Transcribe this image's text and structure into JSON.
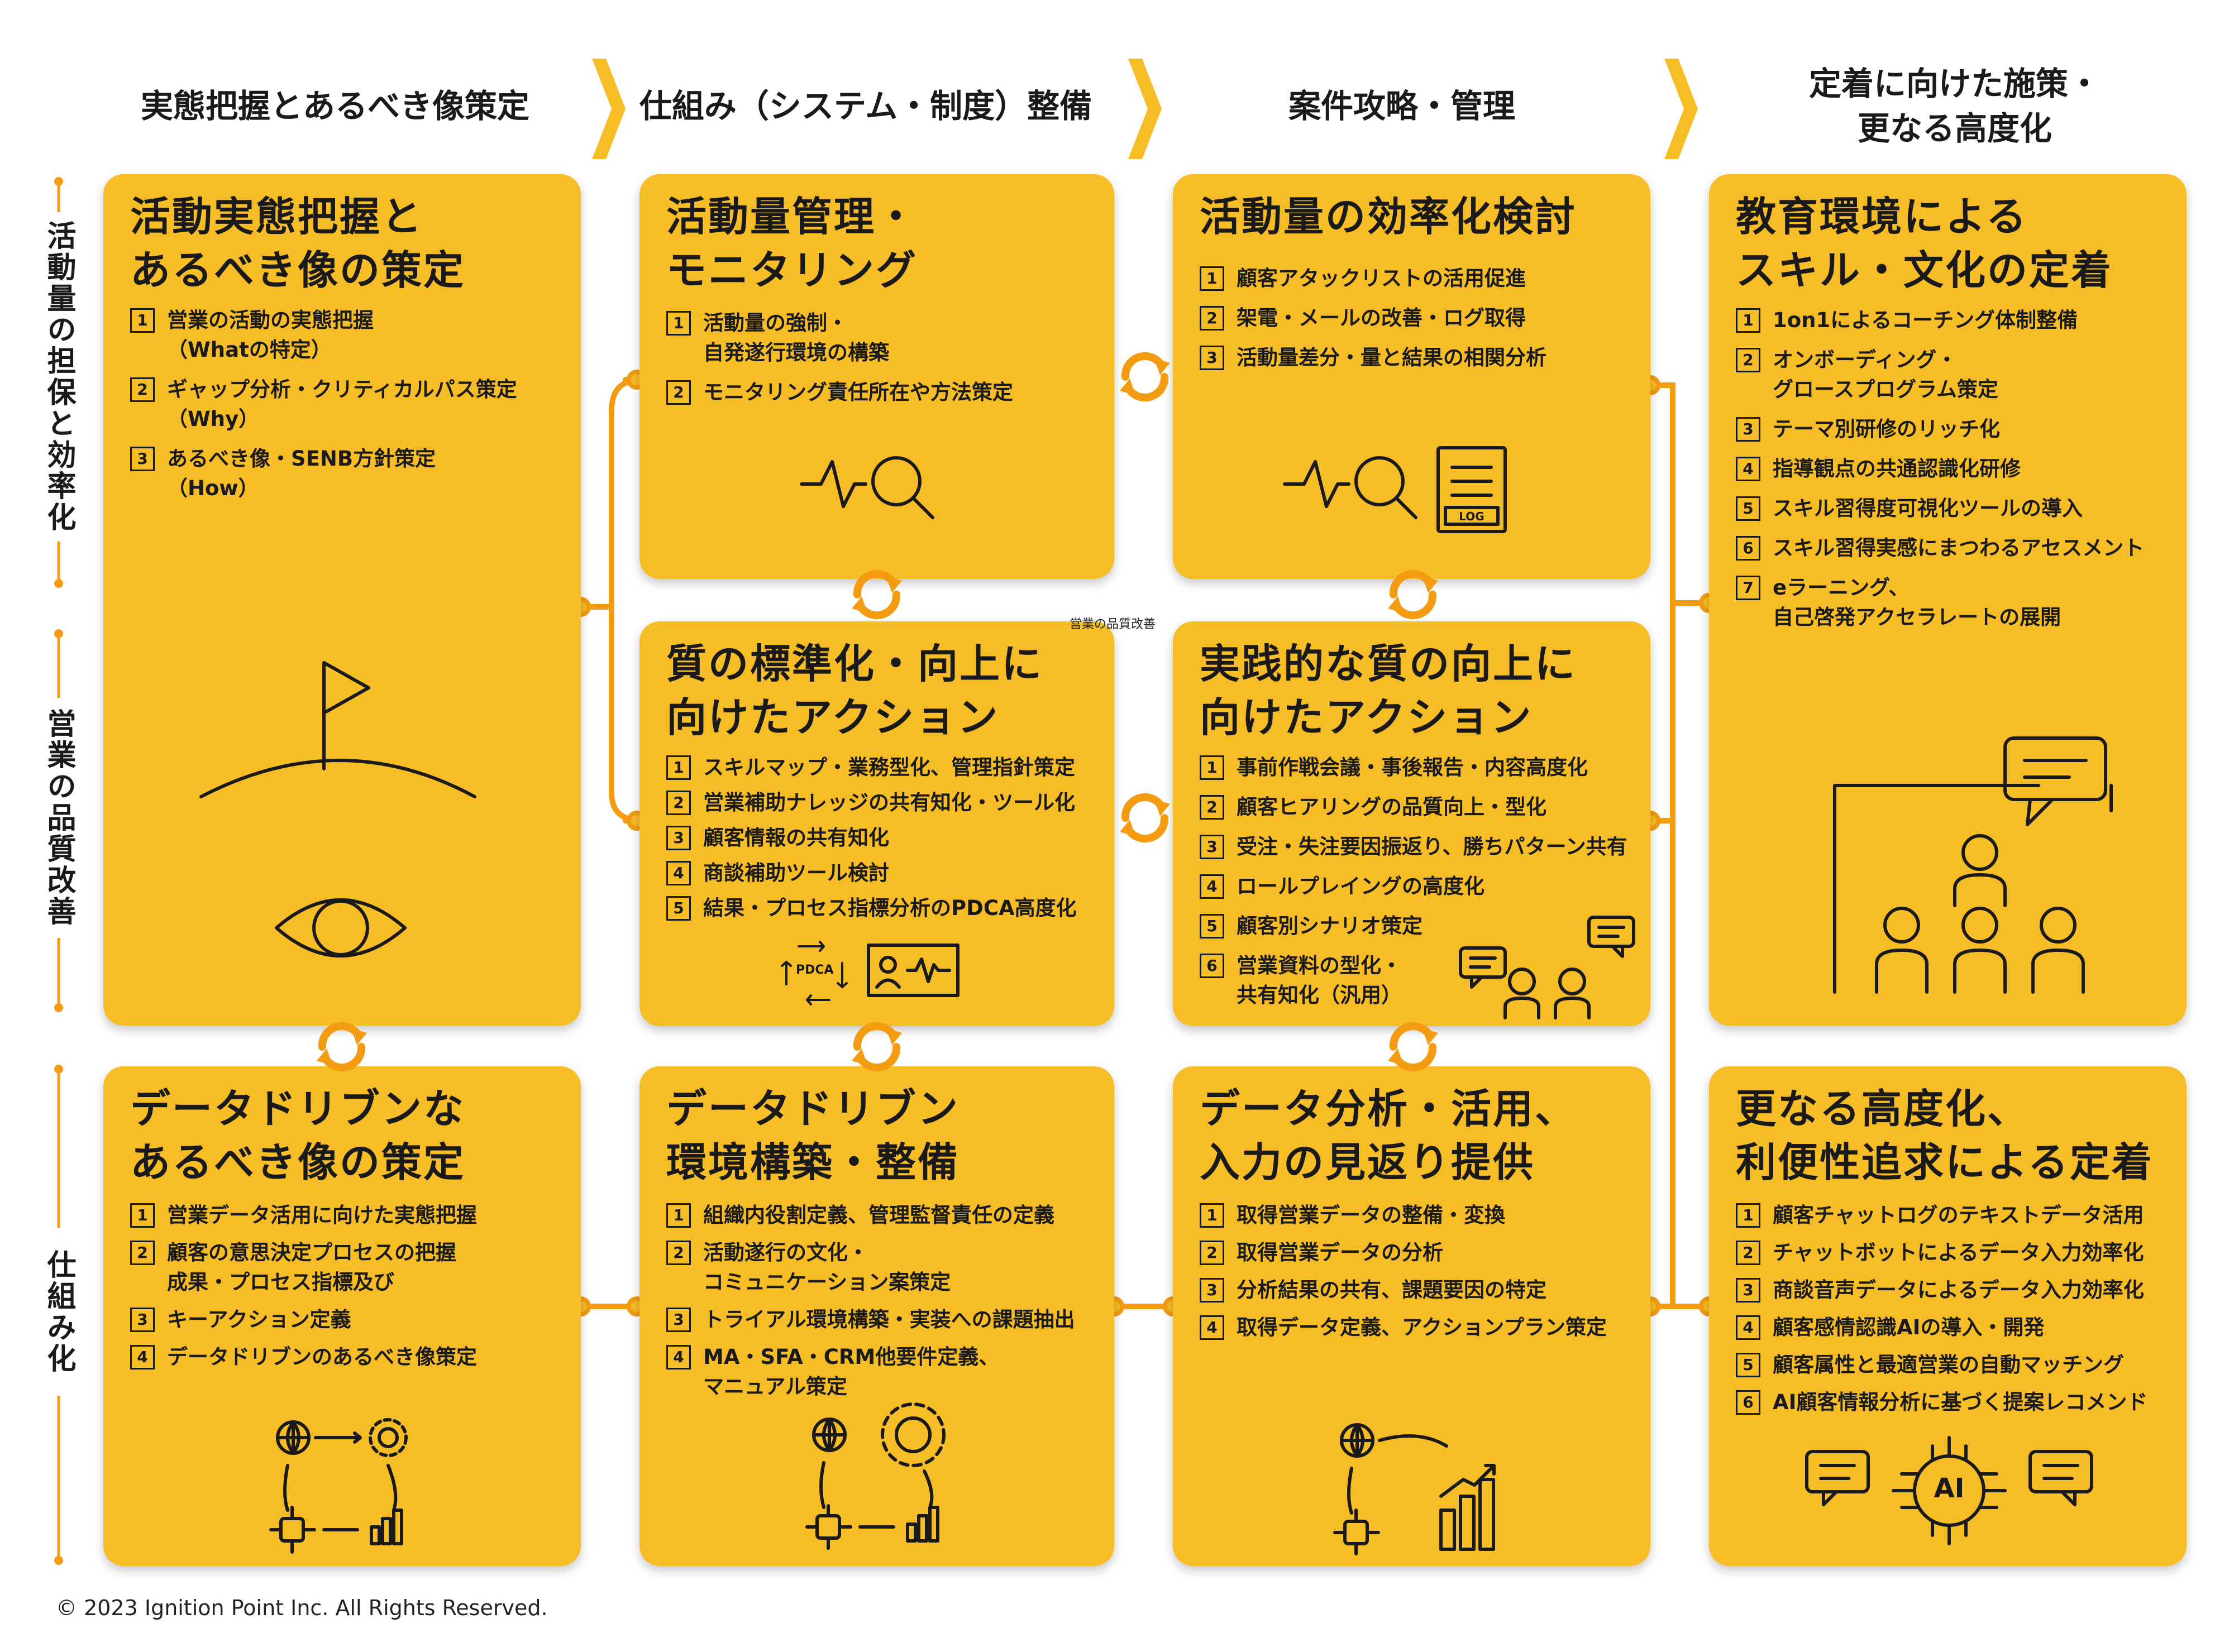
{
  "phases": [
    "実態把握とあるべき像策定",
    "仕組み（システム・制度）整備",
    "案件攻略・管理",
    "定着に向けた施策・\n更なる高度化"
  ],
  "rows": [
    "活動量の担保と効率化",
    "営業の品質改善",
    "仕組み化"
  ],
  "note": "営業の品質改善",
  "colors": {
    "card": "#f6bd27",
    "chevron": "#f6bd27",
    "connector": "#f39c12",
    "text": "#1a1a1a"
  },
  "cards": {
    "c1": {
      "title": "活動実態把握と\nあるべき像の策定",
      "items": [
        "営業の活動の実態把握\n（Whatの特定）",
        "ギャップ分析・クリティカルパス策定\n（Why）",
        "あるべき像・SENB方針策定\n（How）"
      ],
      "icons": [
        "flag-icon",
        "eye-icon"
      ]
    },
    "c2": {
      "title": "活動量管理・\nモニタリング",
      "items": [
        "活動量の強制・\n自発遂行環境の構築",
        "モニタリング責任所在や方法策定"
      ],
      "icons": [
        "monitoring-icon"
      ]
    },
    "c3": {
      "title": "活動量の効率化検討",
      "items": [
        "顧客アタックリストの活用促進",
        "架電・メールの改善・ログ取得",
        "活動量差分・量と結果の相関分析"
      ],
      "icons": [
        "monitoring-icon",
        "log-document-icon"
      ],
      "log_label": "LOG"
    },
    "c4": {
      "title": "教育環境による\nスキル・文化の定着",
      "items": [
        "1on1によるコーチング体制整備",
        "オンボーディング・\nグロースプログラム策定",
        "テーマ別研修のリッチ化",
        "指導観点の共通認識化研修",
        "スキル習得度可視化ツールの導入",
        "スキル習得実感にまつわるアセスメント",
        "eラーニング、\n自己啓発アクセラレートの展開"
      ],
      "icons": [
        "training-room-icon"
      ]
    },
    "c5": {
      "title": "質の標準化・向上に\n向けたアクション",
      "items": [
        "スキルマップ・業務型化、管理指針策定",
        "営業補助ナレッジの共有知化・ツール化",
        "顧客情報の共有知化",
        "商談補助ツール検討",
        "結果・プロセス指標分析のPDCA高度化"
      ],
      "icons": [
        "pdca-cycle-icon",
        "analytics-screen-icon"
      ],
      "pdca_label": "PDCA"
    },
    "c6": {
      "title": "実践的な質の向上に\n向けたアクション",
      "items": [
        "事前作戦会議・事後報告・内容高度化",
        "顧客ヒアリングの品質向上・型化",
        "受注・失注要因振返り、勝ちパターン共有",
        "ロールプレイングの高度化",
        "顧客別シナリオ策定",
        "営業資料の型化・\n共有知化（汎用）"
      ],
      "icons": [
        "conversation-icon"
      ]
    },
    "c7": {
      "title": "データドリブンな\nあるべき像の策定",
      "items": [
        "営業データ活用に向けた実態把握",
        "顧客の意思決定プロセスの把握\n成果・プロセス指標及び",
        "キーアクション定義",
        "データドリブンのあるべき像策定"
      ],
      "icons": [
        "data-cycle-icon"
      ]
    },
    "c8": {
      "title": "データドリブン\n環境構築・整備",
      "items": [
        "組織内役割定義、管理監督責任の定義",
        "活動遂行の文化・\nコミュニケーション案策定",
        "トライアル環境構築・実装への課題抽出",
        "MA・SFA・CRM他要件定義、\nマニュアル策定"
      ],
      "icons": [
        "data-gear-icon"
      ]
    },
    "c9": {
      "title": "データ分析・活用、\n入力の見返り提供",
      "items": [
        "取得営業データの整備・変換",
        "取得営業データの分析",
        "分析結果の共有、課題要因の特定",
        "取得データ定義、アクションプラン策定"
      ],
      "icons": [
        "data-growth-icon"
      ]
    },
    "c10": {
      "title": "更なる高度化、\n利便性追求による定着",
      "items": [
        "顧客チャットログのテキストデータ活用",
        "チャットボットによるデータ入力効率化",
        "商談音声データによるデータ入力効率化",
        "顧客感情認識AIの導入・開発",
        "顧客属性と最適営業の自動マッチング",
        "AI顧客情報分析に基づく提案レコメンド"
      ],
      "icons": [
        "ai-chip-icon",
        "chat-icon"
      ],
      "ai_label": "AI"
    }
  },
  "copyright": "© 2023 Ignition Point Inc. All Rights Reserved."
}
